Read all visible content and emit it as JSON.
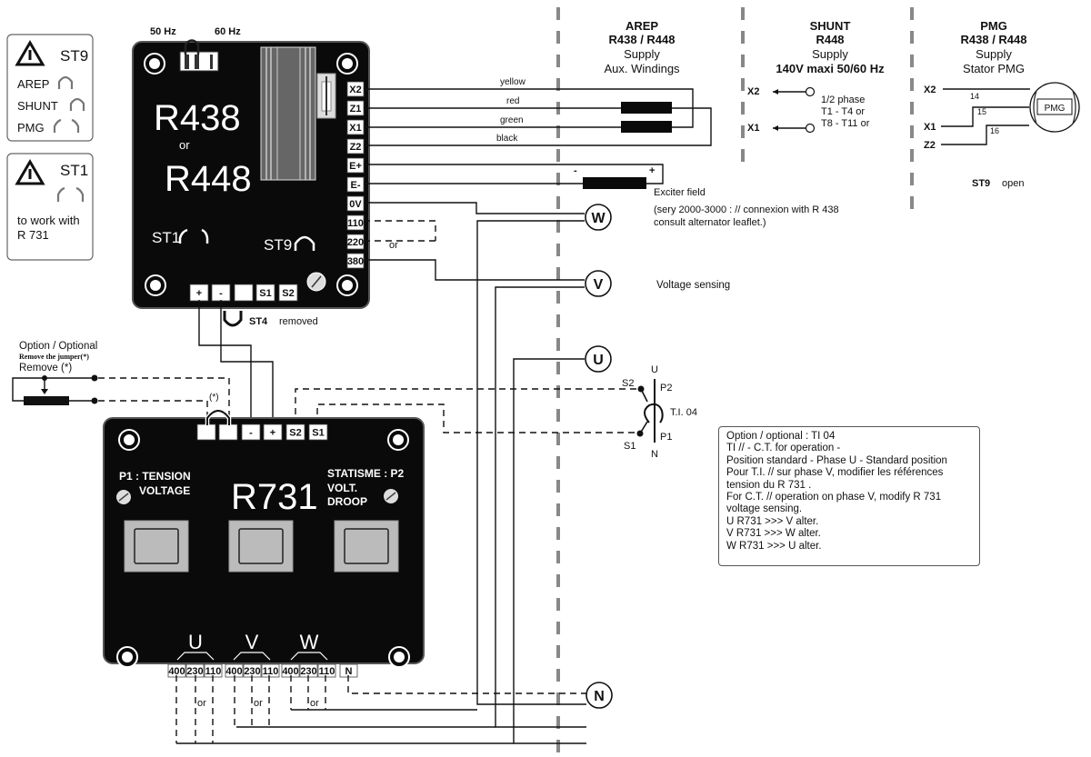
{
  "legend_st9": {
    "title": "ST9",
    "rows": [
      {
        "label": "AREP",
        "jumper": "closed"
      },
      {
        "label": "SHUNT",
        "jumper": "closed"
      },
      {
        "label": "PMG",
        "jumper": "open"
      }
    ]
  },
  "legend_st1": {
    "title": "ST1",
    "jumper": "open",
    "text_line1": "to work with",
    "text_line2": "R 731"
  },
  "frequency": {
    "label_50": "50 Hz",
    "label_60": "60 Hz"
  },
  "regulator_main": {
    "model_line1": "R438",
    "model_or": "or",
    "model_line2": "R448",
    "st1_label": "ST1",
    "st9_label": "ST9",
    "right_terminals": [
      "X2",
      "Z1",
      "X1",
      "Z2",
      "E+",
      "E-",
      "0V",
      "110",
      "220",
      "380"
    ],
    "bottom_terminals": [
      "+",
      "-",
      "",
      "S1",
      "S2"
    ],
    "st4_label": "ST4",
    "st4_state": "removed"
  },
  "wires": {
    "colors": [
      "yellow",
      "red",
      "green",
      "black"
    ],
    "or_label": "or"
  },
  "sections": {
    "arep": {
      "title": "AREP",
      "models": "R438 / R448",
      "line3": "Supply",
      "line4": "Aux. Windings"
    },
    "shunt": {
      "title": "SHUNT",
      "models": "R448",
      "line3": "Supply",
      "line4": "140V maxi 50/60 Hz",
      "x2": "X2",
      "x1": "X1",
      "note1": "1/2 phase",
      "note2": "T1 - T4  or",
      "note3": "T8 - T11 or"
    },
    "pmg": {
      "title": "PMG",
      "models": "R438 / R448",
      "line3": "Supply",
      "line4": "Stator PMG",
      "x2": "X2",
      "x1": "X1",
      "z2": "Z2",
      "w14": "14",
      "w15": "15",
      "w16": "16",
      "box": "PMG",
      "st9": "ST9",
      "st9_state": "open"
    }
  },
  "exciter": {
    "minus": "-",
    "plus": "+",
    "label": "Exciter field",
    "note1": "(sery 2000-3000 : // connexion with R 438",
    "note2": "consult alternator leaflet.)"
  },
  "phases": {
    "w": "W",
    "v": "V",
    "u": "U",
    "n": "N"
  },
  "voltage_sensing": "Voltage sensing",
  "option_pot": {
    "line1": "Option / Optional",
    "line2": "Remove the jumper(*)",
    "line3": "Remove (*)",
    "star": "(*)"
  },
  "ct": {
    "s2": "S2",
    "s1": "S1",
    "p2": "P2",
    "p1": "P1",
    "u": "U",
    "n": "N",
    "label": "T.I. 04"
  },
  "note_box": {
    "lines": [
      "Option / optional : TI 04",
      "TI // - C.T. for operation -",
      "Position standard - Phase U - Standard position",
      "Pour T.I. // sur phase V, modifier les références",
      "tension du R 731 .",
      "For C.T. // operation on phase V, modify R 731",
      "voltage sensing.",
      "U R731 >>> V alter.",
      "V R731 >>> W alter.",
      "W R731 >>> U alter."
    ]
  },
  "r731": {
    "model": "R731",
    "p1_line1": "P1 : TENSION",
    "p1_line2": "VOLTAGE",
    "p2_line1": "STATISME : P2",
    "p2_line2": "VOLT.",
    "p2_line3": "DROOP",
    "top_terminals": [
      "",
      "",
      "-",
      "+",
      "S2",
      "S1"
    ],
    "phase_groups": [
      "U",
      "V",
      "W"
    ],
    "bottom_terminals": [
      "400",
      "230",
      "110",
      "400",
      "230",
      "110",
      "400",
      "230",
      "110",
      "N"
    ],
    "or_label": "or"
  }
}
